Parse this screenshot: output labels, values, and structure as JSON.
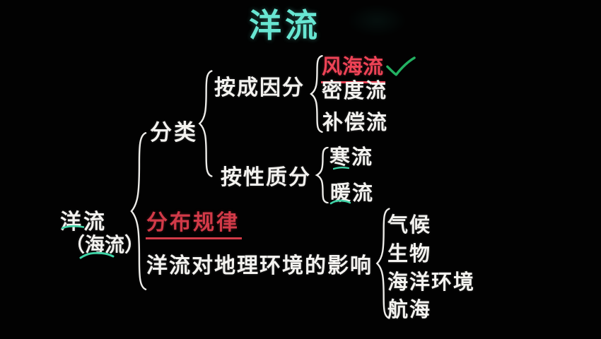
{
  "title": "洋流",
  "colors": {
    "background": "#020202",
    "title_teal": "#68e6d2",
    "text_white": "#f3f2ef",
    "red_bright": "#ee4356",
    "red_dark": "#d23a48",
    "check_green": "#23b162",
    "underline_teal": "#3fd3a6"
  },
  "icons": {
    "checkmark": "✓",
    "brace": "{",
    "emphasis_mark": "〜"
  },
  "root": {
    "line1": "洋流",
    "line2": "（海流）"
  },
  "classification": {
    "label": "分类",
    "by_cause": {
      "label": "按成因分",
      "items": [
        "风海流",
        "密度流",
        "补偿流"
      ],
      "checked_item": "风海流"
    },
    "by_nature": {
      "label": "按性质分",
      "items": [
        "寒流",
        "暖流"
      ]
    }
  },
  "distribution": {
    "label": "分布规律"
  },
  "influence": {
    "label": "洋流对地理环境的影响",
    "items": [
      "气候",
      "生物",
      "海洋环境",
      "航海"
    ]
  }
}
